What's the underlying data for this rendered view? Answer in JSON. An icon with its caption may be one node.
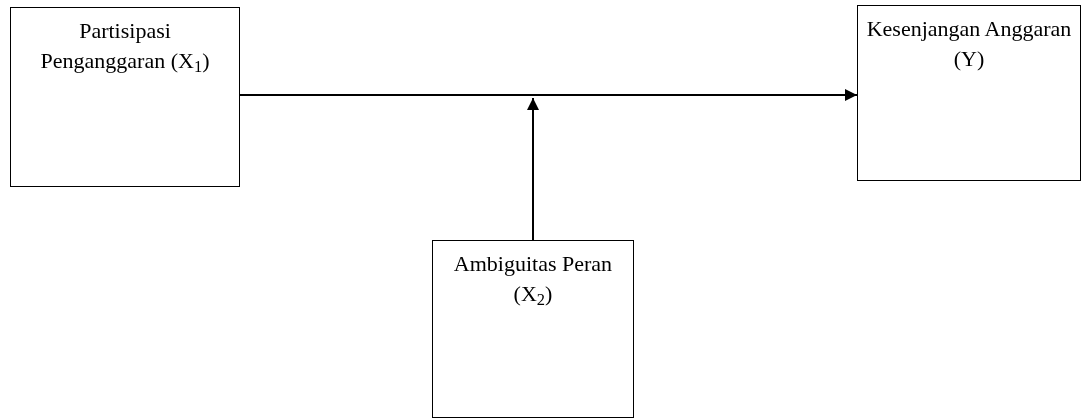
{
  "diagram": {
    "nodes": [
      {
        "text": [
          "Partisipasi Penganggaran (X$_{1}$)"
        ]
      },
      {
        "text": [
          "Kesenjangan Anggaran (Y)"
        ]
      },
      {
        "text": [
          "Ambiguitas Peran (X$_{2}$)"
        ]
      }
    ],
    "edges": [
      {
        "from": 0,
        "to": 1,
        "arrow": "to"
      },
      {
        "from": 2,
        "to": null,
        "arrow": "to"
      }
    ]
  }
}
